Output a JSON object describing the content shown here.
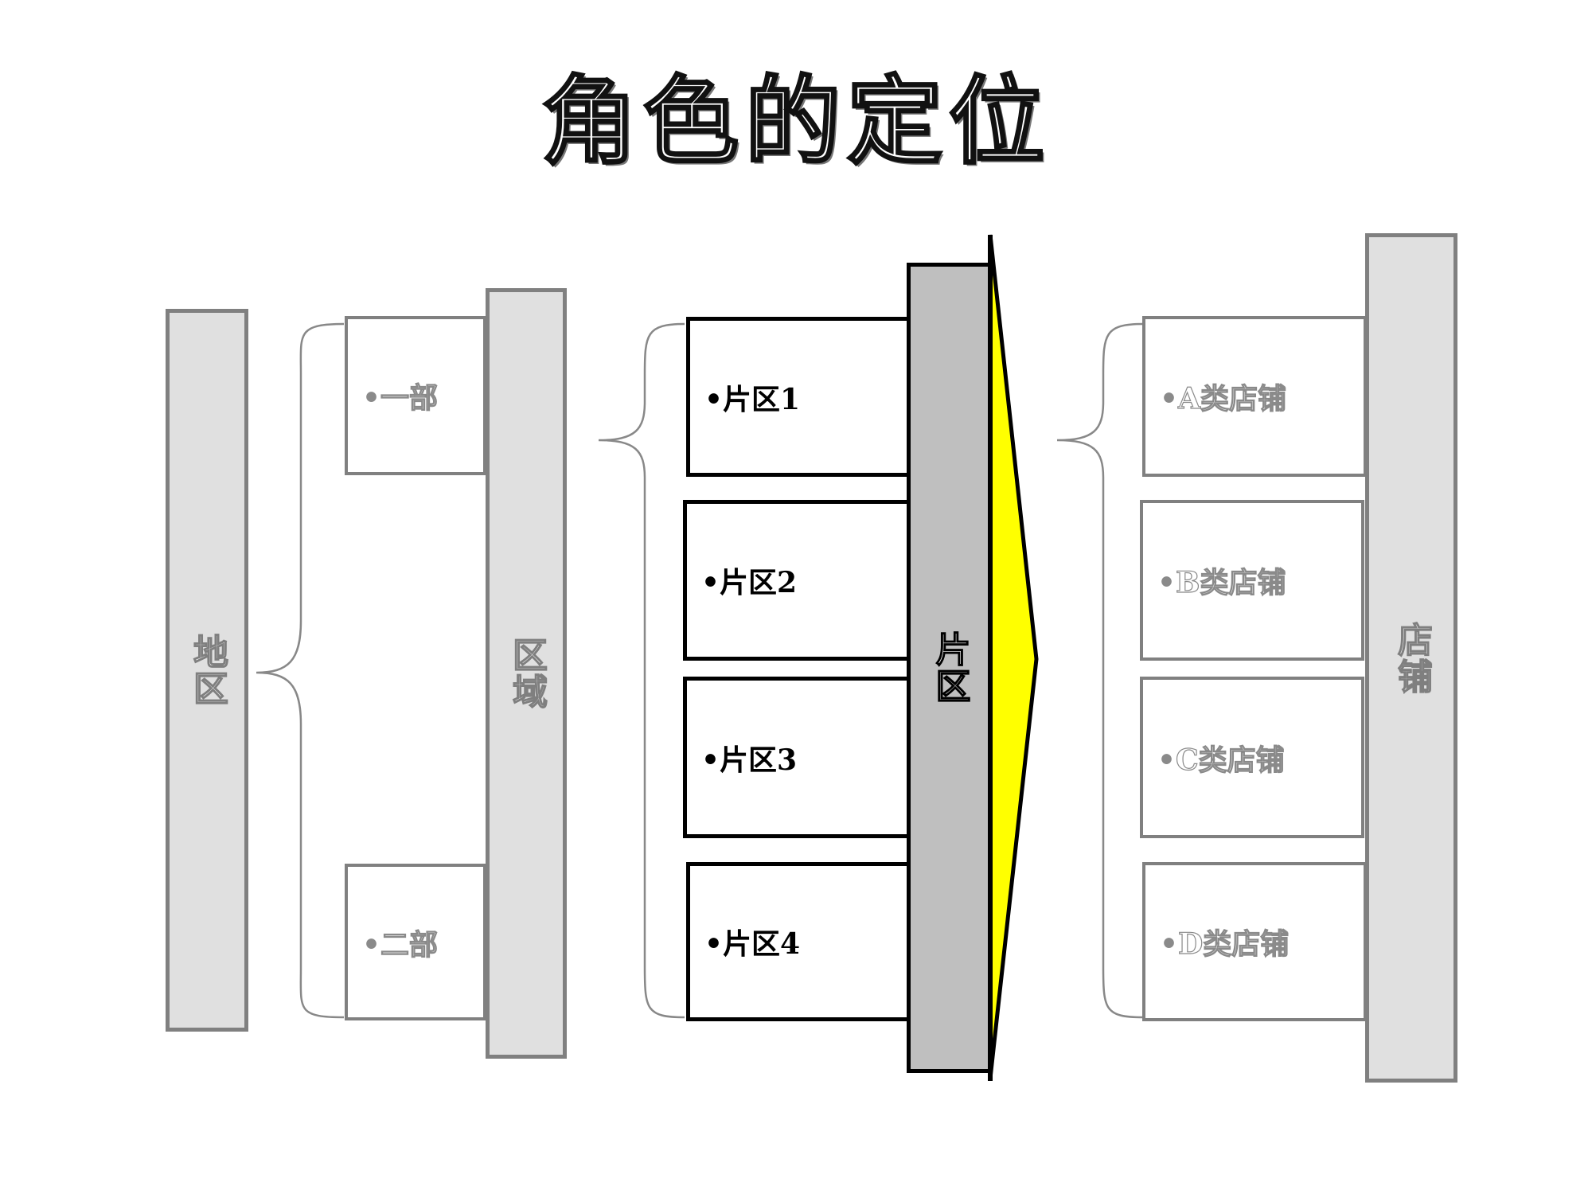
{
  "title": "角色的定位",
  "columns": {
    "region": "地区",
    "area": "区域",
    "district": "片区",
    "store": "店铺"
  },
  "bullet": "•",
  "departments": [
    "一部",
    "二部"
  ],
  "districts": [
    "片区1",
    "片区2",
    "片区3",
    "片区4"
  ],
  "stores": [
    "A类店铺",
    "B类店铺",
    "C类店铺",
    "D类店铺"
  ],
  "colors": {
    "arrow_fill": "#ffff00",
    "gray_border": "#808080",
    "light_fill": "#e0e0e0",
    "dark_fill": "#bfbfbf"
  }
}
